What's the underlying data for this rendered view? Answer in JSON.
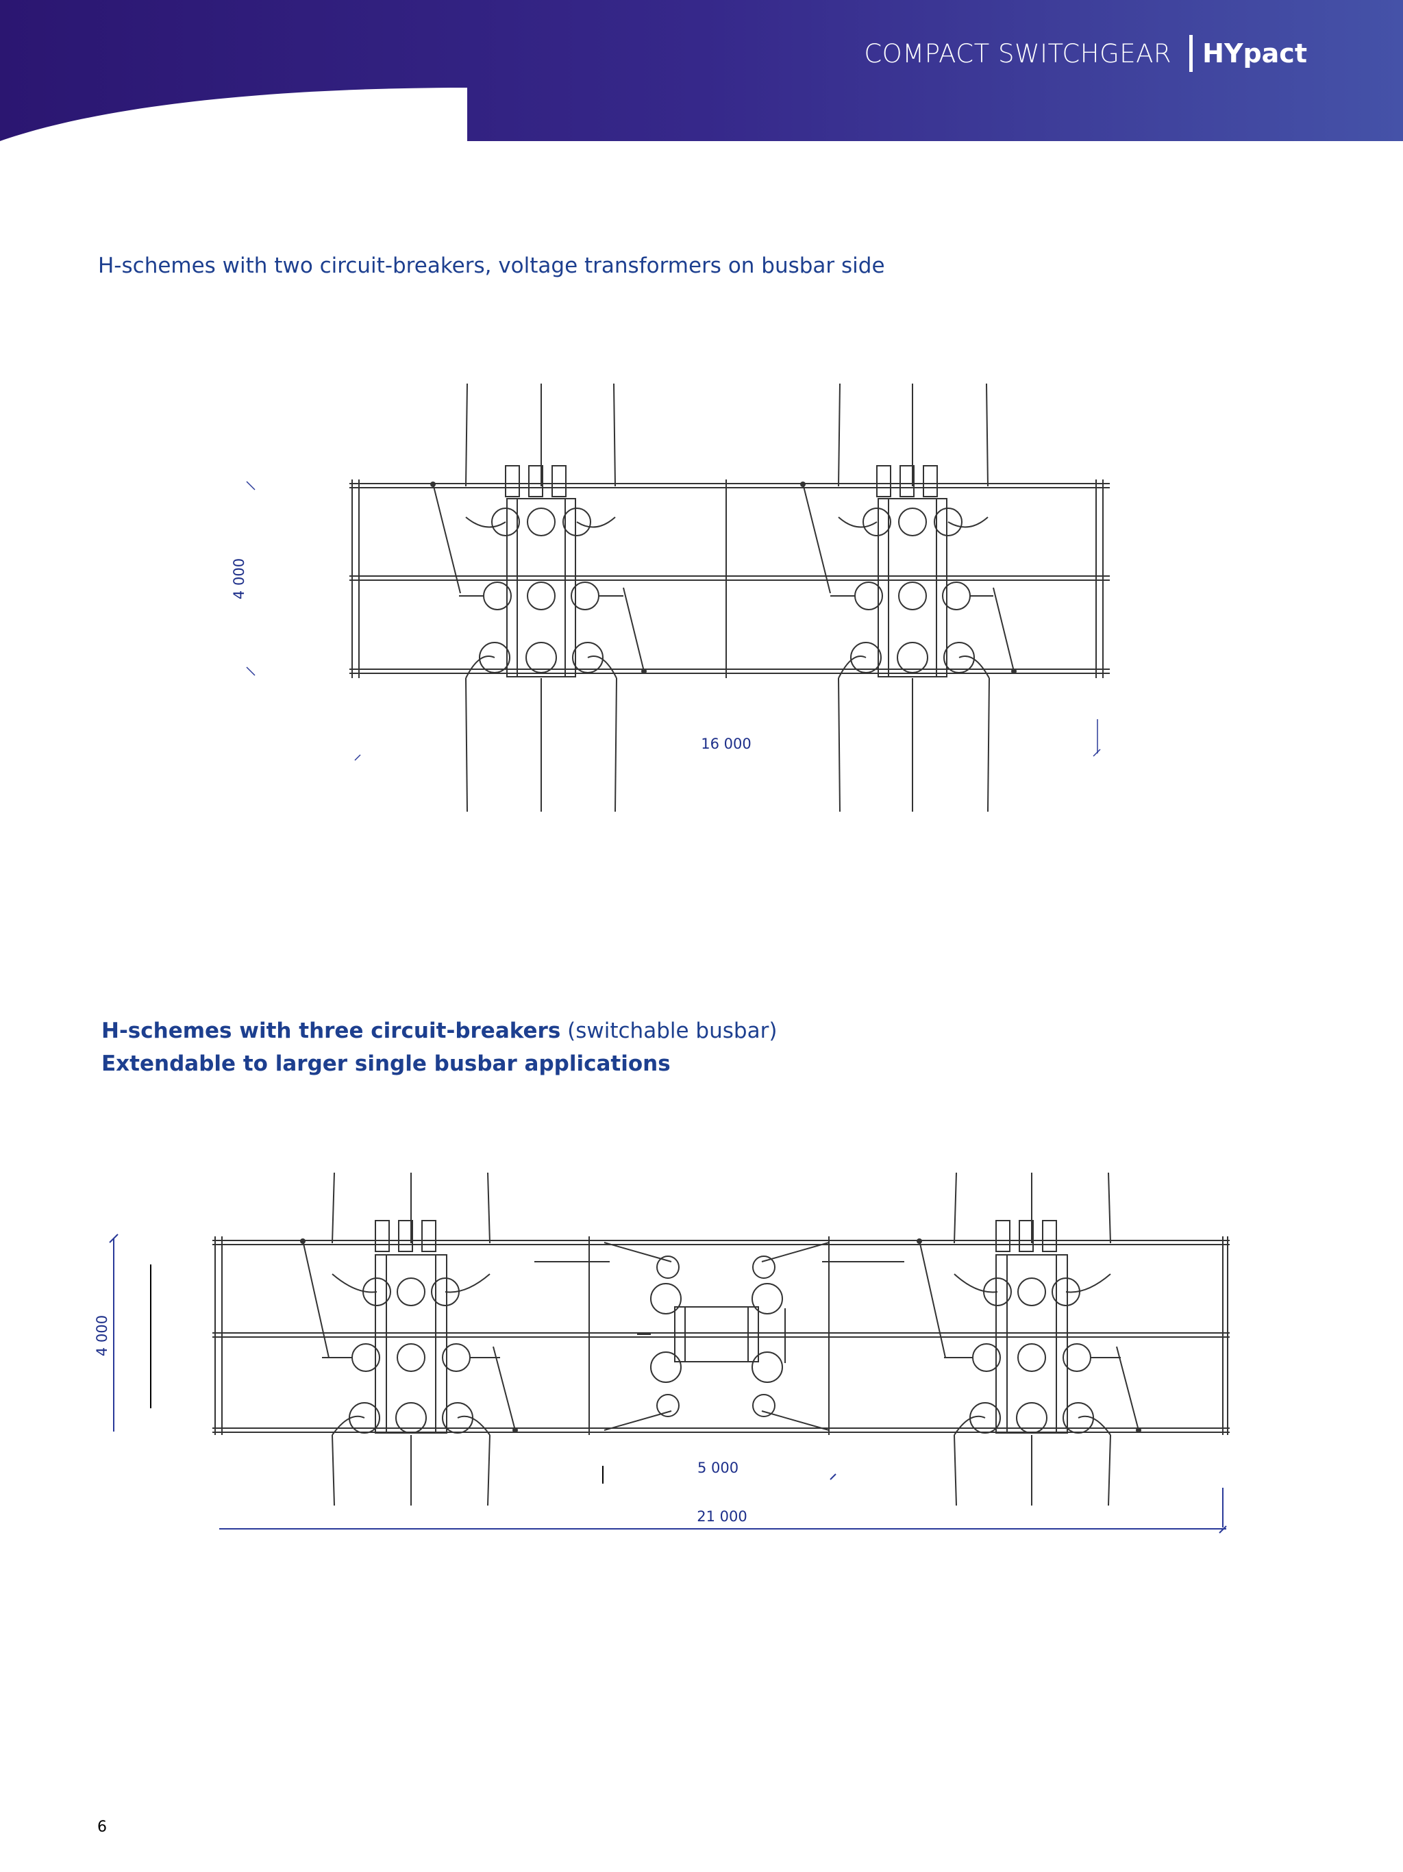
{
  "header": {
    "left_title": "COMPACT SWITCHGEAR",
    "brand": "HYpact",
    "colors": {
      "band_dark": "#2a1a6e",
      "band_light": "#3a3f9c"
    }
  },
  "section1": {
    "title": "H-schemes with two circuit-breakers, voltage transformers on busbar side",
    "drawing": {
      "dim_vertical": "4 000",
      "dim_horizontal": "16 000"
    }
  },
  "section2": {
    "title_bold": "H-schemes with three circuit-breakers",
    "title_normal": " (switchable busbar)",
    "subtitle": "Extendable to larger single busbar applications",
    "drawing": {
      "dim_vertical": "4 000",
      "dim_gap": "5 000",
      "dim_total": "21 000"
    }
  },
  "footer": {
    "page_number": "6"
  }
}
